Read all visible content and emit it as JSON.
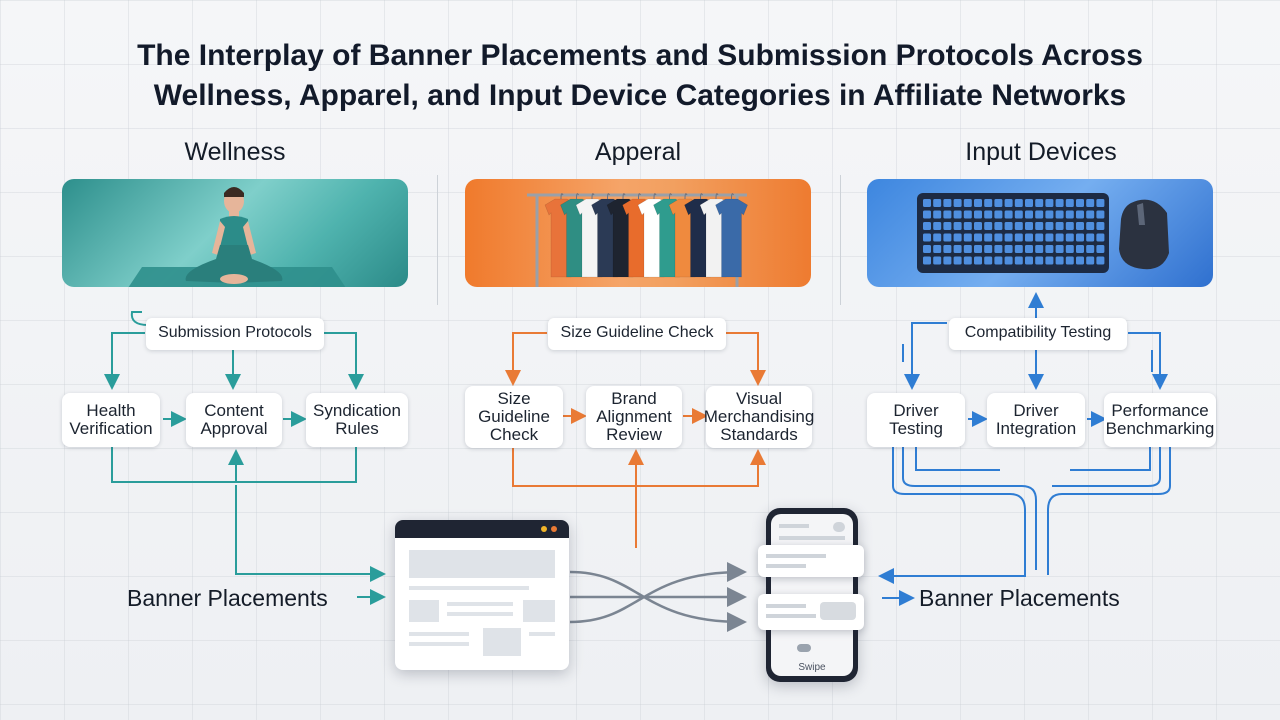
{
  "title_line1": "The Interplay of Banner Placements and Submission Protocols Across",
  "title_line2": "Wellness, Apparel, and Input Device Categories in Affiliate Networks",
  "colors": {
    "wellness": "#2a9d9b",
    "apparel": "#e97a35",
    "devices": "#2f7dd3"
  },
  "wellness": {
    "heading": "Wellness",
    "protocol": "Submission Protocols",
    "steps": [
      [
        "Health",
        "Verification"
      ],
      [
        "Content",
        "Approval"
      ],
      [
        "Syndication",
        "Rules"
      ]
    ],
    "banner_label": "Banner Placements"
  },
  "apparel": {
    "heading": "Apperal",
    "protocol": "Size Guideline Check",
    "steps": [
      [
        "Size",
        "Guideline",
        "Check"
      ],
      [
        "Brand",
        "Alignment",
        "Review"
      ],
      [
        "Visual",
        "Merchandising",
        "Standards"
      ]
    ]
  },
  "devices": {
    "heading": "Input Devices",
    "protocol": "Compatibility Testing",
    "steps": [
      [
        "Driver",
        "Testing"
      ],
      [
        "Driver",
        "Integration"
      ],
      [
        "Performance",
        "Benchmarking"
      ]
    ],
    "banner_label": "Banner Placements"
  },
  "phone": {
    "swipe_label": "Swipe"
  },
  "icons": [
    "yoga-illustration",
    "clothing-rack-illustration",
    "keyboard-mouse-illustration",
    "browser-window-icon",
    "smartphone-icon"
  ]
}
